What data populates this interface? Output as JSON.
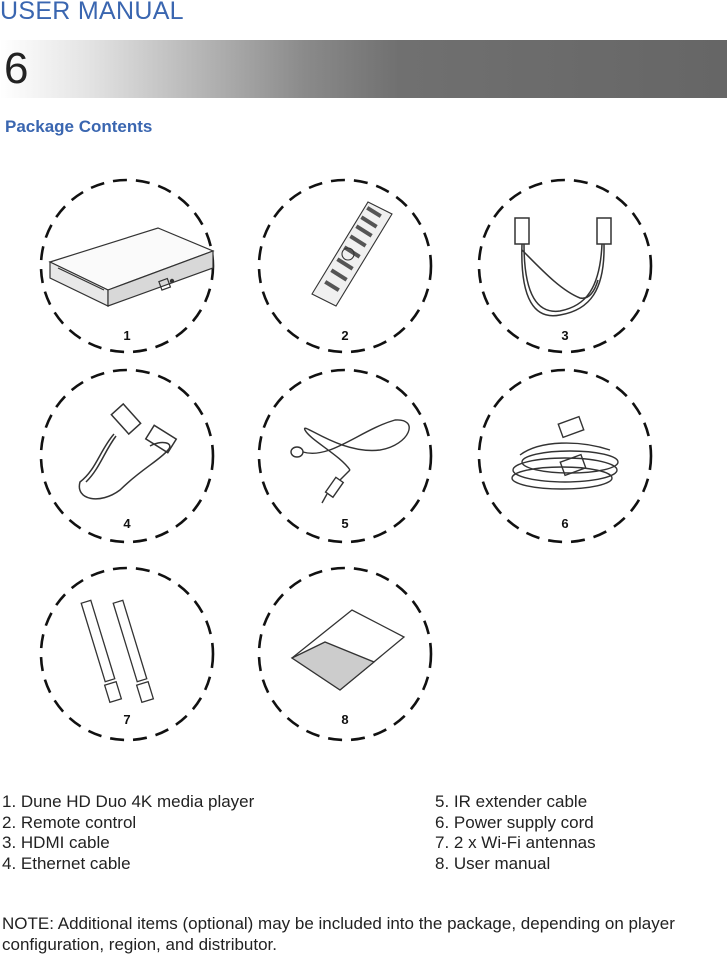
{
  "header": {
    "title": "USER MANUAL",
    "page_number": "6"
  },
  "section": {
    "title": "Package Contents"
  },
  "items": [
    {
      "number": "1",
      "icon": "media-player-icon"
    },
    {
      "number": "2",
      "icon": "remote-control-icon"
    },
    {
      "number": "3",
      "icon": "hdmi-cable-icon"
    },
    {
      "number": "4",
      "icon": "ethernet-cable-icon"
    },
    {
      "number": "5",
      "icon": "ir-extender-cable-icon"
    },
    {
      "number": "6",
      "icon": "power-cord-icon"
    },
    {
      "number": "7",
      "icon": "wifi-antennas-icon"
    },
    {
      "number": "8",
      "icon": "user-manual-icon"
    }
  ],
  "list_left": [
    "1. Dune HD Duo 4K media player",
    "2. Remote control",
    "3. HDMI cable",
    "4. Ethernet cable"
  ],
  "list_right": [
    "5. IR extender cable",
    "6. Power supply cord",
    "7. 2 x Wi-Fi antennas",
    "8. User manual"
  ],
  "note": "NOTE: Additional items (optional) may be included into the package, depending on player configuration, region, and distributor."
}
